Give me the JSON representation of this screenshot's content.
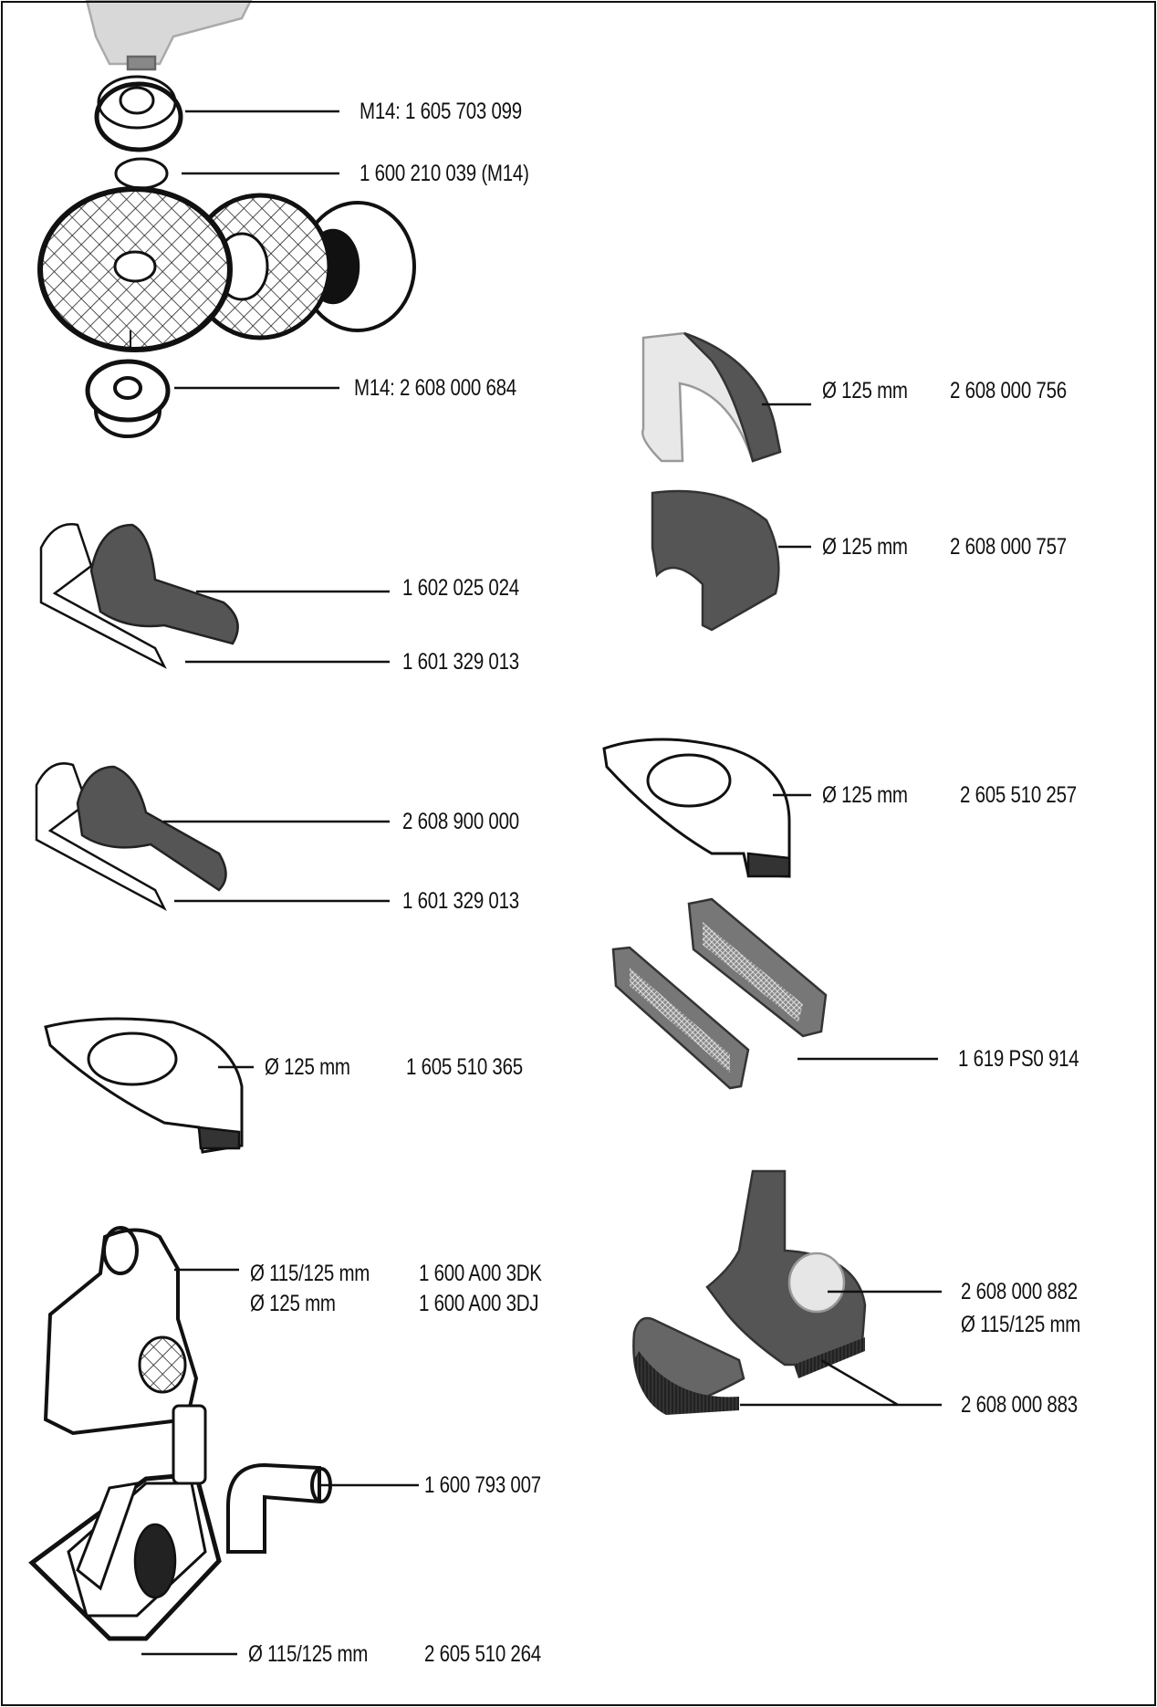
{
  "parts": {
    "clamping_flange": "M14: 1 605 703 099",
    "o_ring": "1 600 210 039 (M14)",
    "quick_clamp_nut": "M14: 2 608 000 684",
    "guard_756": {
      "diameter": "Ø 125 mm",
      "part": "2 608 000 756"
    },
    "guard_757": {
      "diameter": "Ø 125 mm",
      "part": "2 608 000 757"
    },
    "aux_handle_1": "1 602 025 024",
    "hand_guard_1": "1 601 329 013",
    "aux_handle_2": "2 608 900 000",
    "hand_guard_2": "1 601 329 013",
    "guard_257": {
      "diameter": "Ø 125 mm",
      "part": "2 605 510 257"
    },
    "filter_914": "1 619 PS0 914",
    "guard_365": {
      "diameter": "Ø 125 mm",
      "part": "1 605 510 365"
    },
    "extraction_hood": [
      {
        "diameter": "Ø 115/125 mm",
        "part": "1 600 A00 3DK"
      },
      {
        "diameter": "Ø 125 mm",
        "part": "1 600 A00 3DJ"
      }
    ],
    "extraction_guard_882": {
      "part": "2 608 000 882",
      "diameter": "Ø 115/125 mm"
    },
    "brush_ring_883": "2 608 000 883",
    "suction_adapter": "1 600 793 007",
    "cutting_guide": {
      "diameter": "Ø 115/125 mm",
      "part": "2 605 510 264"
    }
  }
}
